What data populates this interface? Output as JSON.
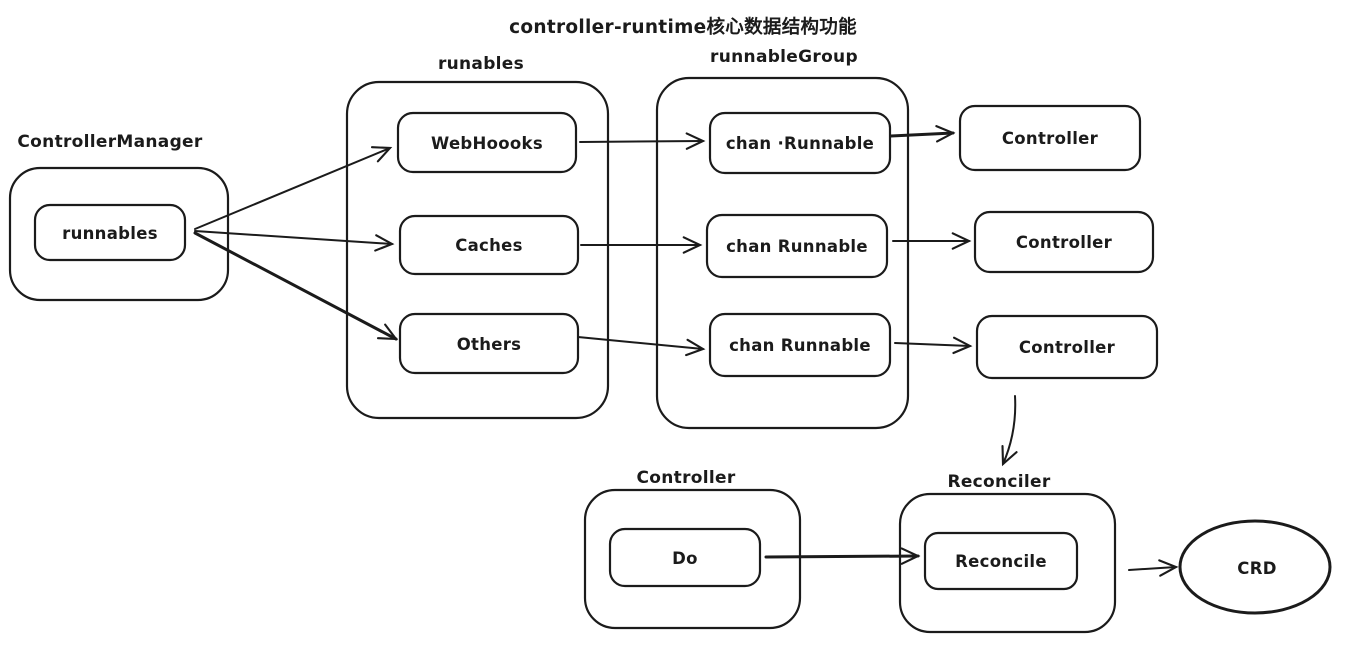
{
  "title": "controller-runtime核心数据结构功能",
  "colors": {
    "stroke": "#1b1b1b",
    "background": "#ffffff"
  },
  "manager": {
    "label": "ControllerManager",
    "runnables": "runnables"
  },
  "runables_group": {
    "label": "runables",
    "items": [
      "WebHoooks",
      "Caches",
      "Others"
    ]
  },
  "runnable_group": {
    "label": "runnableGroup",
    "items": [
      "chan ·Runnable",
      "chan Runnable",
      "chan Runnable"
    ]
  },
  "controllers": [
    "Controller",
    "Controller",
    "Controller"
  ],
  "controller_group": {
    "label": "Controller",
    "do": "Do"
  },
  "reconciler_group": {
    "label": "Reconciler",
    "reconcile": "Reconcile"
  },
  "crd": {
    "label": "CRD"
  },
  "edges": [
    {
      "from": "runnables",
      "to": "WebHoooks"
    },
    {
      "from": "runnables",
      "to": "Caches"
    },
    {
      "from": "runnables",
      "to": "Others"
    },
    {
      "from": "WebHoooks",
      "to": "chan ·Runnable"
    },
    {
      "from": "Caches",
      "to": "chan Runnable"
    },
    {
      "from": "Others",
      "to": "chan Runnable"
    },
    {
      "from": "chan ·Runnable",
      "to": "Controller"
    },
    {
      "from": "chan Runnable",
      "to": "Controller"
    },
    {
      "from": "chan Runnable",
      "to": "Controller"
    },
    {
      "from": "Controller",
      "to": "Reconciler"
    },
    {
      "from": "Do",
      "to": "Reconcile"
    },
    {
      "from": "Reconcile",
      "to": "CRD"
    }
  ]
}
